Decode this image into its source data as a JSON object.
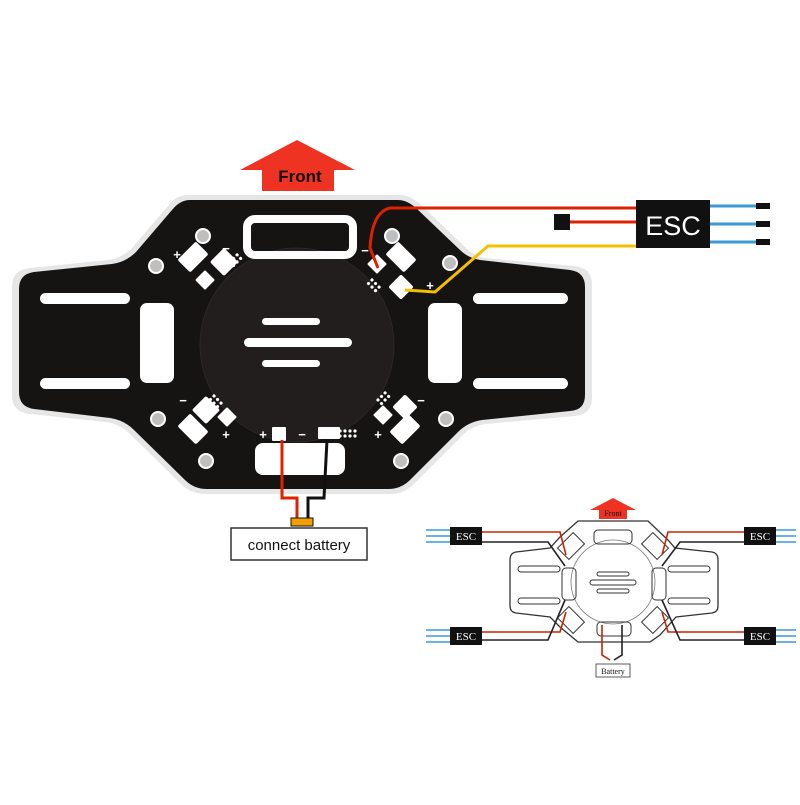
{
  "main_diagram": {
    "front_label": "Front",
    "esc_label": "ESC",
    "battery_label": "connect battery",
    "polarity": [
      "+",
      "−",
      "+",
      "−"
    ],
    "colors": {
      "board": "#161313",
      "arrow": "#ee3322",
      "wire_red": "#dd2200",
      "wire_yellow": "#f2c000",
      "wire_blue": "#3a9ad8",
      "wire_black": "#111111",
      "esc_box": "#111111"
    }
  },
  "mini_diagram": {
    "front_label": "Front",
    "esc_labels": [
      "ESC",
      "ESC",
      "ESC",
      "ESC"
    ],
    "battery_label": "Battery"
  }
}
